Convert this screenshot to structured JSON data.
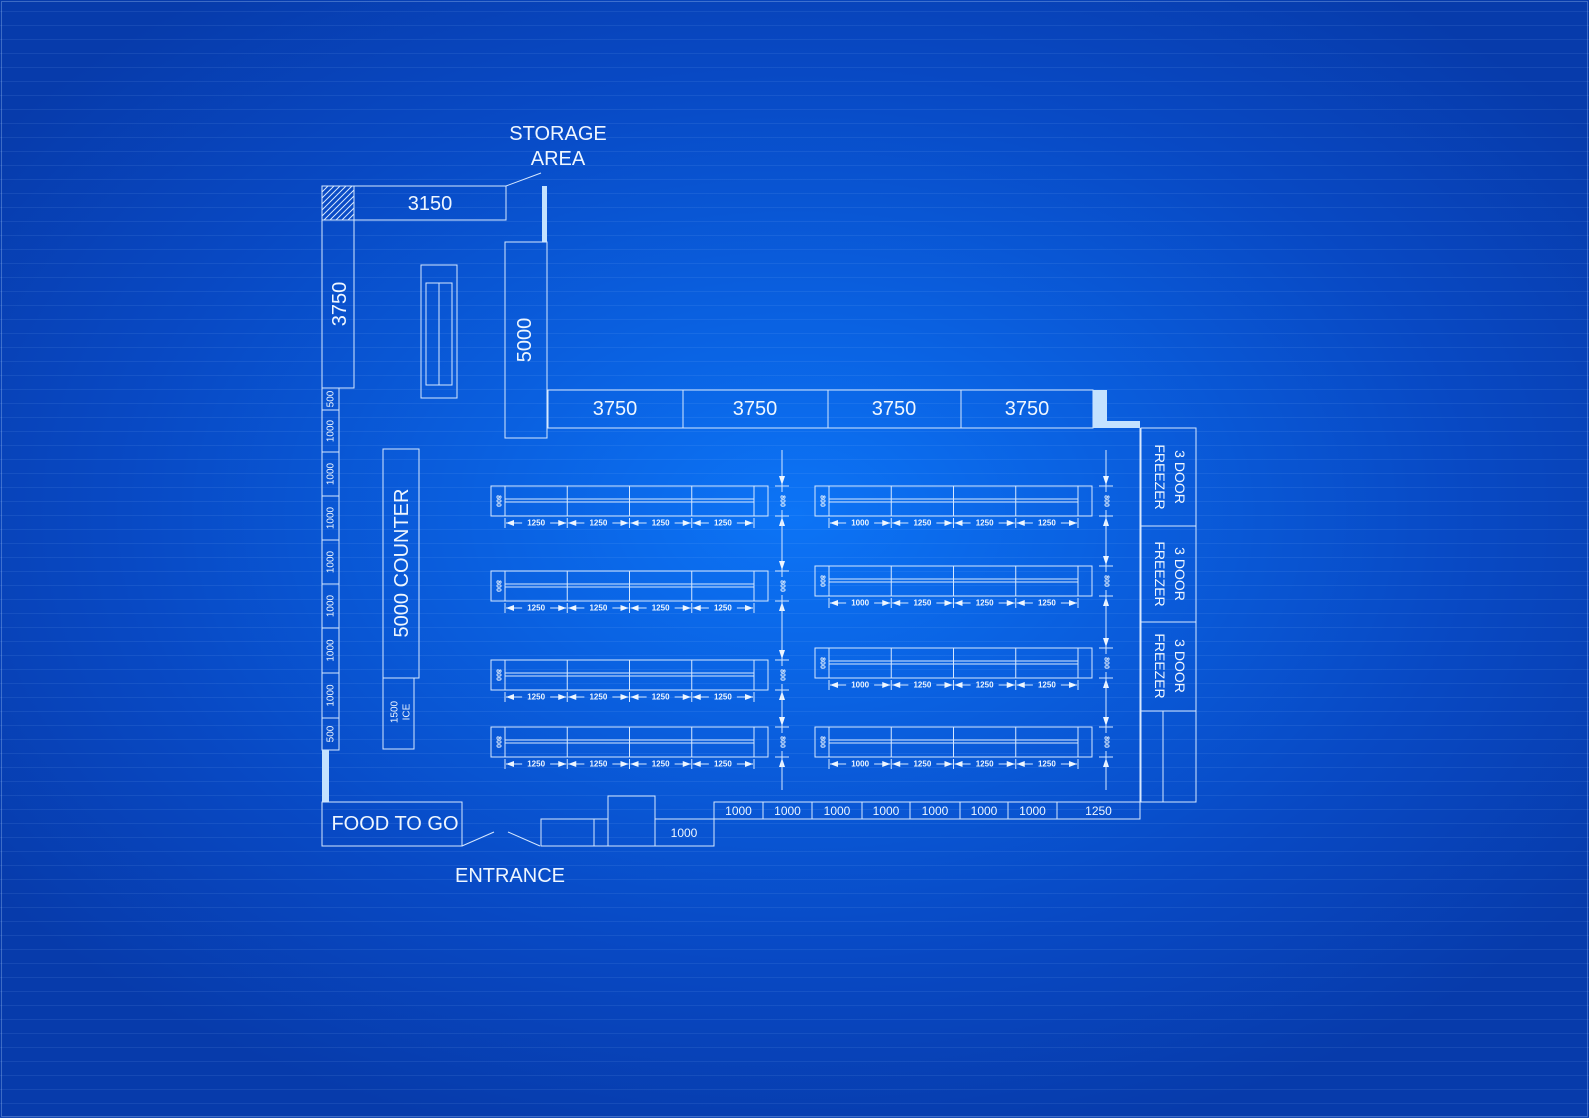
{
  "labels": {
    "storage_area": [
      "STORAGE",
      "AREA"
    ],
    "counter": "5000 COUNTER",
    "ice": [
      "1500",
      "ICE"
    ],
    "food_to_go": "FOOD TO GO",
    "entrance": "ENTRANCE"
  },
  "storage": {
    "top_shelf": "3150",
    "left_shelf": "3750",
    "right_shelf": "5000"
  },
  "back_wall": [
    "3750",
    "3750",
    "3750",
    "3750"
  ],
  "freezers": [
    {
      "lines": [
        "3 DOOR",
        "FREEZER"
      ]
    },
    {
      "lines": [
        "3 DOOR",
        "FREEZER"
      ]
    },
    {
      "lines": [
        "3 DOOR",
        "FREEZER"
      ]
    }
  ],
  "left_wall": [
    "500",
    "1000",
    "1000",
    "1000",
    "1000",
    "1000",
    "1000",
    "1000",
    "500"
  ],
  "front_wall": [
    "1000",
    "1000",
    "1000",
    "1000",
    "1000",
    "1000",
    "1000",
    "1250"
  ],
  "entrance_shelf": "1000",
  "gondolas": {
    "left": [
      {
        "depth": "800",
        "segments": [
          "1250",
          "1250",
          "1250",
          "1250"
        ]
      },
      {
        "depth": "800",
        "segments": [
          "1250",
          "1250",
          "1250",
          "1250"
        ]
      },
      {
        "depth": "800",
        "segments": [
          "1250",
          "1250",
          "1250",
          "1250"
        ]
      },
      {
        "depth": "800",
        "segments": [
          "1250",
          "1250",
          "1250",
          "1250"
        ]
      }
    ],
    "right": [
      {
        "depth": "800",
        "segments": [
          "1000",
          "1250",
          "1250",
          "1250"
        ]
      },
      {
        "depth": "800",
        "segments": [
          "1000",
          "1250",
          "1250",
          "1250"
        ]
      },
      {
        "depth": "800",
        "segments": [
          "1000",
          "1250",
          "1250",
          "1250"
        ]
      },
      {
        "depth": "800",
        "segments": [
          "1000",
          "1250",
          "1250",
          "1250"
        ]
      }
    ]
  },
  "aisle_widths": {
    "left": [
      "800",
      "800",
      "800",
      "800"
    ],
    "right": [
      "800",
      "800",
      "800",
      "800"
    ]
  },
  "colors": {
    "background": "#0a60e0",
    "line": "#d6e8ff",
    "wall_fill": "#c4e2ff",
    "text": "#eef6ff"
  }
}
